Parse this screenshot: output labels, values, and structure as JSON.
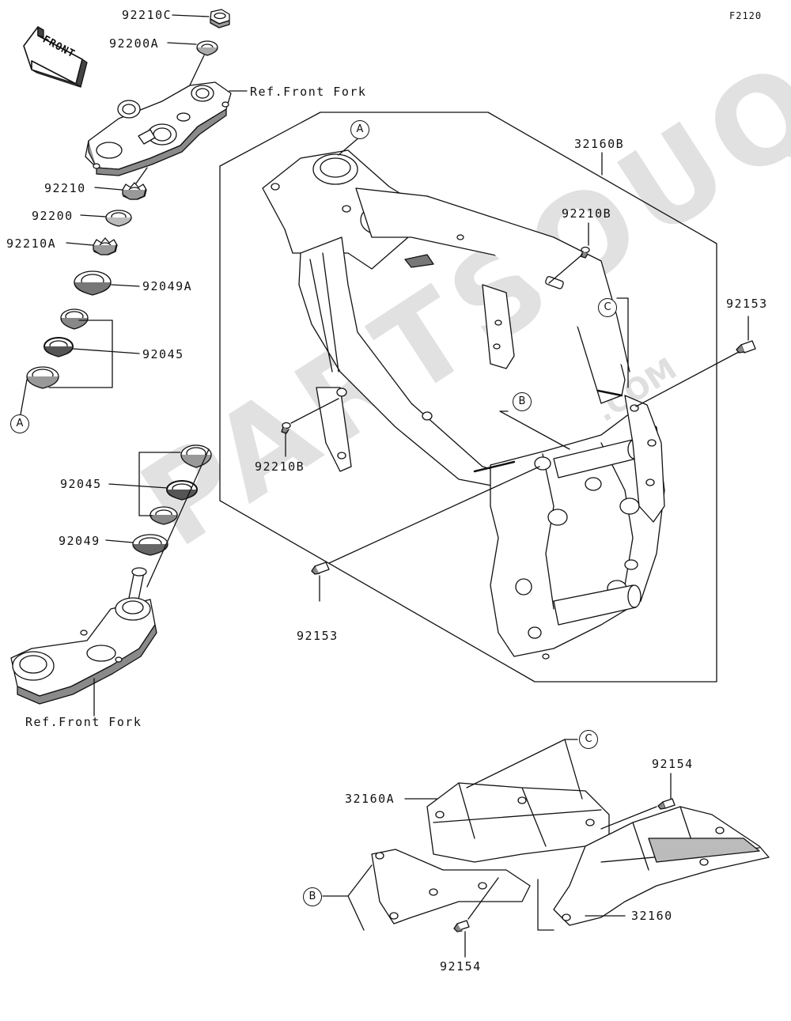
{
  "figure_id": "F2120",
  "front_tag": "FRONT",
  "watermark": {
    "main": "PARTSOUQ",
    "suffix": ".COM"
  },
  "callout_letters": {
    "a": "A",
    "b": "B",
    "c": "C"
  },
  "parts": {
    "nut_92210C": "92210C",
    "washer_92200A": "92200A",
    "ref_front_fork_top": "Ref.Front Fork",
    "nut_92210": "92210",
    "washer_92200": "92200",
    "nut_92210A": "92210A",
    "seal_92049A": "92049A",
    "bearing_92045_top": "92045",
    "bearing_92045_bottom": "92045",
    "seal_92049": "92049",
    "ref_front_fork_bottom": "Ref.Front Fork",
    "frame_32160B": "32160B",
    "bolt_92210B_right": "92210B",
    "bolt_92210B_left": "92210B",
    "bolt_92153_right": "92153",
    "bolt_92153_left": "92153",
    "bolt_92154_top": "92154",
    "bolt_92154_bottom": "92154",
    "subframe_32160A": "32160A",
    "subframe_32160": "32160"
  },
  "colors": {
    "line": "#111111",
    "part_fill": "#ffffff",
    "shade": "#b8b8b8",
    "watermark": "#d8d8d8"
  }
}
